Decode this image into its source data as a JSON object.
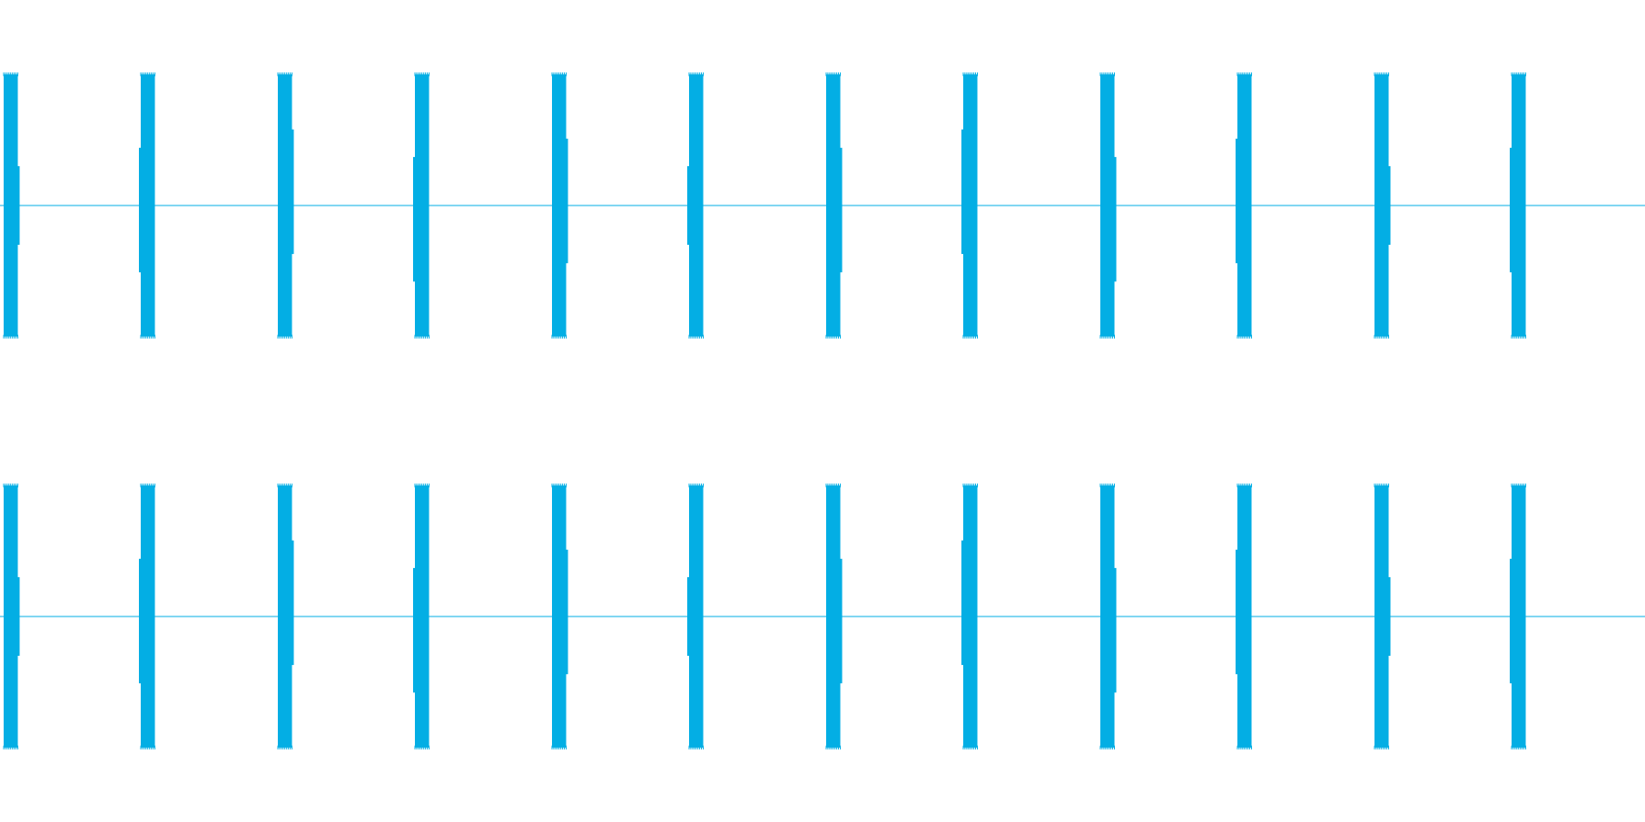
{
  "colors": {
    "background": "#ffffff",
    "waveform": "#03aee4"
  },
  "chart_data": {
    "type": "line",
    "kind": "audio-waveform",
    "channels": [
      {
        "bursts": [
          {
            "start": 0.0,
            "duration": 0.18
          },
          {
            "start": 1.5,
            "duration": 0.18
          },
          {
            "start": 3.0,
            "duration": 0.18
          },
          {
            "start": 4.5,
            "duration": 0.18
          },
          {
            "start": 6.0,
            "duration": 0.18
          },
          {
            "start": 7.5,
            "duration": 0.18
          },
          {
            "start": 9.0,
            "duration": 0.18
          },
          {
            "start": 10.5,
            "duration": 0.18
          },
          {
            "start": 12.0,
            "duration": 0.18
          },
          {
            "start": 13.5,
            "duration": 0.18
          },
          {
            "start": 15.0,
            "duration": 0.18
          },
          {
            "start": 16.5,
            "duration": 0.18
          }
        ],
        "peak_amplitude": 0.99
      },
      {
        "bursts": [
          {
            "start": 0.0,
            "duration": 0.18
          },
          {
            "start": 1.5,
            "duration": 0.18
          },
          {
            "start": 3.0,
            "duration": 0.18
          },
          {
            "start": 4.5,
            "duration": 0.18
          },
          {
            "start": 6.0,
            "duration": 0.18
          },
          {
            "start": 7.5,
            "duration": 0.18
          },
          {
            "start": 9.0,
            "duration": 0.18
          },
          {
            "start": 10.5,
            "duration": 0.18
          },
          {
            "start": 12.0,
            "duration": 0.18
          },
          {
            "start": 13.5,
            "duration": 0.18
          },
          {
            "start": 15.0,
            "duration": 0.18
          },
          {
            "start": 16.5,
            "duration": 0.18
          }
        ],
        "peak_amplitude": 0.99
      }
    ],
    "xlim": [
      0,
      18
    ],
    "ylim": [
      -1,
      1
    ],
    "grid": false,
    "legend": "none"
  }
}
